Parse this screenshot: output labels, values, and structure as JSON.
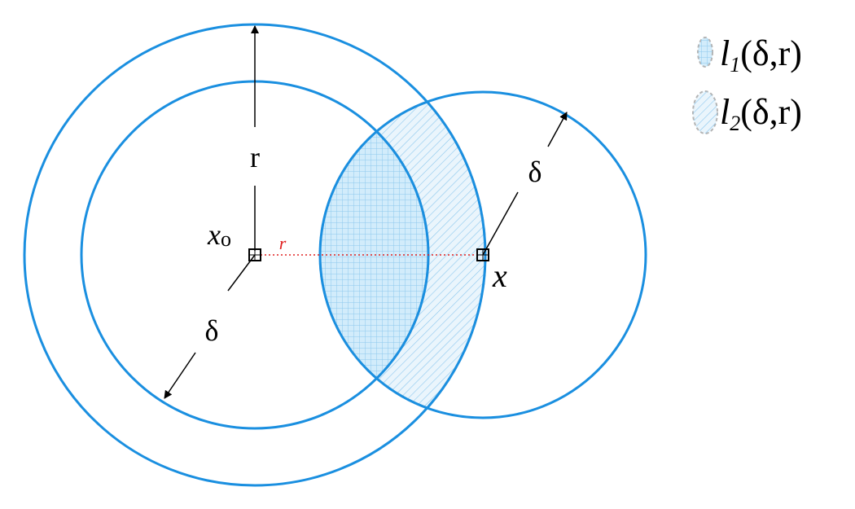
{
  "labels": {
    "r_vertical": "r",
    "delta_left": "δ",
    "delta_right": "δ",
    "x0_main": "x",
    "x0_sub": "o",
    "x_point": "x",
    "r_red": "r"
  },
  "legend": {
    "items": [
      {
        "name": "l",
        "sub": "1",
        "args": "(δ,r)"
      },
      {
        "name": "l",
        "sub": "2",
        "args": "(δ,r)"
      }
    ]
  },
  "colors": {
    "circle": "#1a8fe0",
    "hatch": "#8cc8ee",
    "fill_l1": "#d2ecfb",
    "dashed_outline": "#b4b4b4",
    "red_line": "#e02020",
    "black": "#000000"
  }
}
